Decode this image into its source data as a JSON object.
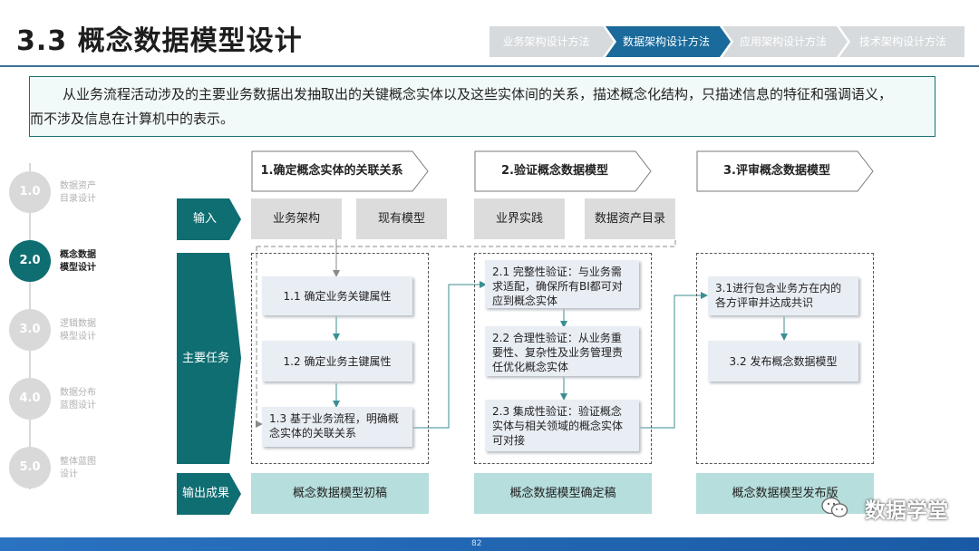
{
  "title": "3.3 概念数据模型设计",
  "nav": {
    "items": [
      {
        "label": "业务架构设计方法",
        "active": false
      },
      {
        "label": "数据架构设计方法",
        "active": true
      },
      {
        "label": "应用架构设计方法",
        "active": false
      },
      {
        "label": "技术架构设计方法",
        "active": false
      }
    ]
  },
  "description": {
    "line1": "从业务流程活动涉及的主要业务数据出发抽取出的关键概念实体以及这些实体间的关系，描述概念化结构，只描述信息的特征和强调语义，",
    "line2": "而不涉及信息在计算机中的表示。"
  },
  "progress": {
    "steps": [
      {
        "num": "1.0",
        "label1": "数据资产",
        "label2": "目录设计",
        "active": false
      },
      {
        "num": "2.0",
        "label1": "概念数据",
        "label2": "模型设计",
        "active": true
      },
      {
        "num": "3.0",
        "label1": "逻辑数据",
        "label2": "模型设计",
        "active": false
      },
      {
        "num": "4.0",
        "label1": "数据分布",
        "label2": "蓝图设计",
        "active": false
      },
      {
        "num": "5.0",
        "label1": "整体蓝图",
        "label2": "设计",
        "active": false
      }
    ]
  },
  "stages": [
    {
      "label": "1.确定概念实体的关联关系"
    },
    {
      "label": "2.验证概念数据模型"
    },
    {
      "label": "3.评审概念数据模型"
    }
  ],
  "rows": {
    "input": "输入",
    "tasks": "主要任务",
    "output": "输出成果"
  },
  "inputs": [
    "业务架构",
    "现有模型",
    "业界实践",
    "数据资产目录"
  ],
  "tasks": {
    "stage1": [
      "1.1 确定业务关键属性",
      "1.2 确定业务主键属性",
      "1.3 基于业务流程，明确概念实体的关联关系"
    ],
    "stage2": [
      "2.1 完整性验证：与业务需求适配，确保所有BI都可对应到概念实体",
      "2.2 合理性验证：从业务重要性、复杂性及业务管理责任优化概念实体",
      "2.3 集成性验证：验证概念实体与相关领域的概念实体可对接"
    ],
    "stage3": [
      "3.1进行包含业务方在内的各方评审并达成共识",
      "3.2 发布概念数据模型"
    ]
  },
  "outputs": [
    "概念数据模型初稿",
    "概念数据模型确定稿",
    "概念数据模型发布版"
  ],
  "watermark": "数据学堂",
  "page_number": "82",
  "colors": {
    "teal": "#0f6e72",
    "nav_active": "#1a6a9b",
    "nav_inactive": "#d6dadd",
    "output_fill": "#b6dedc",
    "task_fill": "#e9edf4",
    "bottom_bar": "#1a5aa5"
  }
}
